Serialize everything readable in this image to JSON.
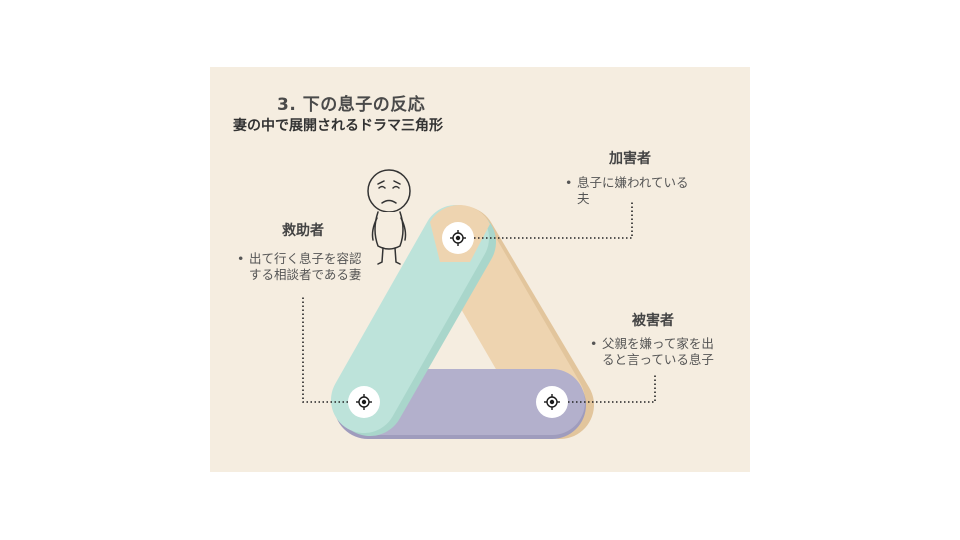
{
  "title": "3. 下の息子の反応",
  "subtitle": "妻の中で展開されるドラマ三角形",
  "roles": {
    "persecutor": {
      "heading": "加害者",
      "bullet_line1": "息子に嫌われている",
      "bullet_line2": "夫"
    },
    "rescuer": {
      "heading": "救助者",
      "bullet_line1": "出て行く息子を容認",
      "bullet_line2": "する相談者である妻"
    },
    "victim": {
      "heading": "被害者",
      "bullet_line1": "父親を嫌って家を出",
      "bullet_line2": "ると言っている息子"
    }
  },
  "bullet_symbol": "•",
  "colors": {
    "slide_bg": "#f5ede0",
    "rescuer_band": "#bde3da",
    "persecutor_band": "#eed4b0",
    "victim_band": "#b3b0cc",
    "node_fill": "#ffffff",
    "node_icon": "#1a1a1a"
  },
  "icons": [
    "target-icon",
    "sad-figure-icon"
  ]
}
